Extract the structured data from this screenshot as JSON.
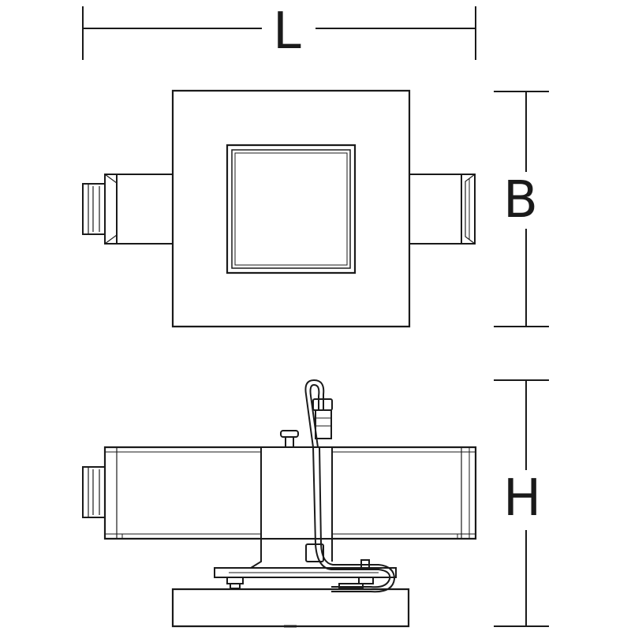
{
  "dimensions": {
    "length_label": "L",
    "width_label": "B",
    "height_label": "H"
  },
  "colors": {
    "line": "#1a1a1a",
    "background": "#ffffff"
  }
}
